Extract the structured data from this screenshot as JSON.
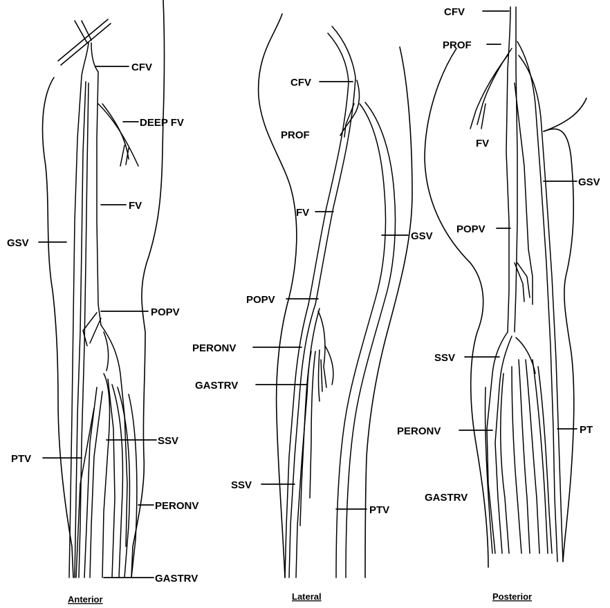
{
  "views": {
    "anterior": {
      "caption": "Anterior",
      "labels": {
        "cfv": "CFV",
        "deep_fv": "DEEP FV",
        "fv": "FV",
        "gsv": "GSV",
        "popv": "POPV",
        "ssv": "SSV",
        "ptv": "PTV",
        "peronv": "PERONV",
        "gastrv": "GASTRV"
      }
    },
    "lateral": {
      "caption": "Lateral",
      "labels": {
        "cfv": "CFV",
        "prof": "PROF",
        "fv": "FV",
        "gsv": "GSV",
        "popv": "POPV",
        "peronv": "PERONV",
        "gastrv": "GASTRV",
        "ssv": "SSV",
        "ptv": "PTV"
      }
    },
    "posterior": {
      "caption": "Posterior",
      "labels": {
        "cfv": "CFV",
        "prof": "PROF",
        "fv": "FV",
        "gsv": "GSV",
        "popv": "POPV",
        "ssv": "SSV",
        "peronv": "PERONV",
        "pt": "PT",
        "gastrv": "GASTRV"
      }
    }
  }
}
